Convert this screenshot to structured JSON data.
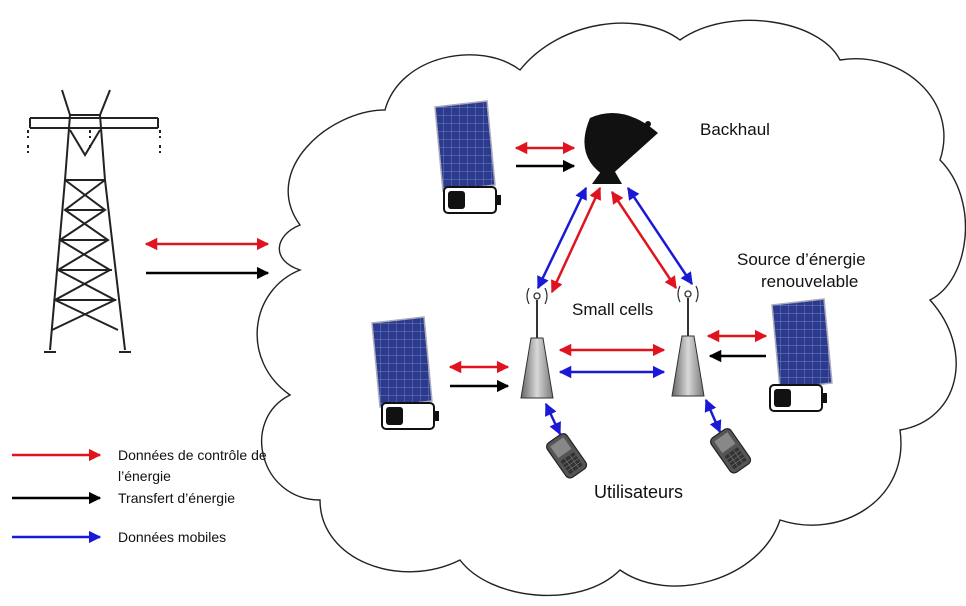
{
  "labels": {
    "backhaul": "Backhaul",
    "small_cells": "Small cells",
    "renewable_line1": "Source d’énergie",
    "renewable_line2": "renouvelable",
    "users": "Utilisateurs"
  },
  "legend": {
    "items": [
      {
        "text_line1": "Données de contrôle de",
        "text_line2": "l’énergie",
        "color": "#e0141e"
      },
      {
        "text_line1": "Transfert d’énergie",
        "color": "#000000"
      },
      {
        "text_line1": "Données mobiles",
        "color": "#1a1ad6"
      }
    ]
  },
  "colors": {
    "control": "#e0141e",
    "energy": "#000000",
    "mobile": "#1a1ad6",
    "cloud_stroke": "#222222",
    "solar_panel": "#2b3a8c",
    "tower": "#222222"
  }
}
